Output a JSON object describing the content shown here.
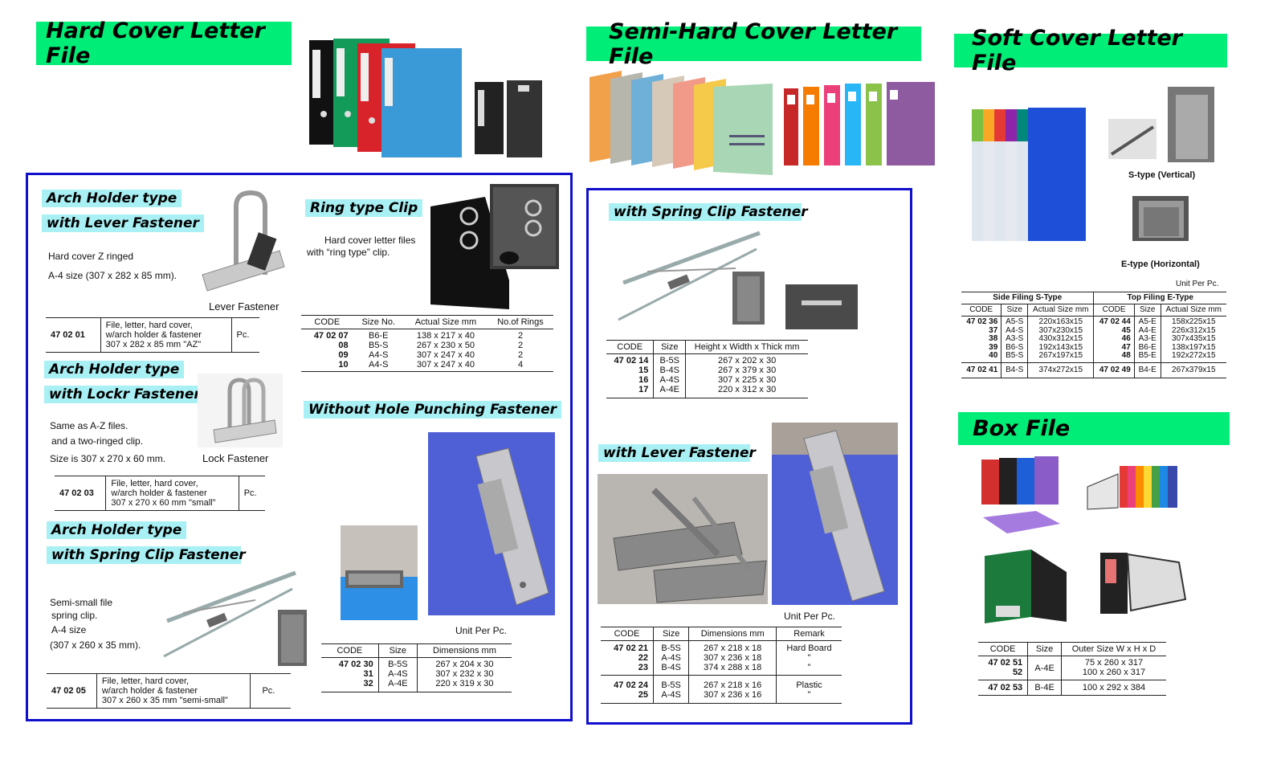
{
  "headers": {
    "hard": "Hard Cover Letter File",
    "semi": "Semi-Hard Cover Letter File",
    "soft": "Soft Cover Letter File",
    "box": "Box File"
  },
  "hard_panel": {
    "lever": {
      "title1": "Arch Holder type",
      "title2": "with Lever Fastener",
      "desc1": "Hard  cover  Z  ringed",
      "desc2": "A-4  size (307 x 282 x 85 mm).",
      "caption": "Lever Fastener",
      "code": "47 02 01",
      "item": [
        "File, letter, hard cover,",
        "w/arch holder & fastener",
        "307 x 282 x 85 mm \"AZ\""
      ],
      "unit": "Pc."
    },
    "lockr": {
      "title1": "Arch Holder type",
      "title2": "with Lockr Fastener",
      "desc1": "Same  as  A-Z  files.",
      "desc2": "and a two-ringed clip.",
      "desc3": "Size is 307 x 270 x 60 mm.",
      "caption": "Lock  Fastener",
      "code": "47 02 03",
      "item": [
        "File, letter, hard cover,",
        "w/arch holder & fastener",
        "307 x 270 x 60 mm \"small\""
      ],
      "unit": "Pc."
    },
    "spring": {
      "title1": "Arch Holder type",
      "title2": "with Spring Clip Fastener",
      "desc1": "Semi-small  file",
      "desc2": "spring  clip.",
      "desc3": "A-4 size",
      "desc4": "(307 x 260 x 35 mm).",
      "code": "47 02 05",
      "item": [
        "File, letter, hard cover,",
        "w/arch holder & fastener",
        "307 x 260 x 35 mm \"semi-small\""
      ],
      "unit": "Pc."
    },
    "ring": {
      "title": "Ring type Clip",
      "desc1": "Hard cover letter files",
      "desc2": "with “ring type” clip.",
      "headers": [
        "CODE",
        "Size No.",
        "Actual Size mm",
        "No.of Rings"
      ],
      "codes": [
        "47 02 07",
        "08",
        "09",
        "10"
      ],
      "sizes": [
        "B6-E",
        "B5-S",
        "A4-S",
        "A4-S"
      ],
      "actual": [
        "138 x 217 x 40",
        "267 x 230 x 50",
        "307 x 247 x 40",
        "307 x 247 x 40"
      ],
      "rings": [
        "2",
        "2",
        "2",
        "4"
      ]
    },
    "nohole": {
      "title": "Without Hole Punching Fastener",
      "unit_note": "Unit Per Pc.",
      "headers": [
        "CODE",
        "Size",
        "Dimensions mm"
      ],
      "codes": [
        "47 02 30",
        "31",
        "32"
      ],
      "sizes": [
        "B-5S",
        "A-4S",
        "A-4E"
      ],
      "dims": [
        "267  x  204  x  30",
        "307  x  232  x  30",
        "220  x  319  x  30"
      ]
    }
  },
  "semi_panel": {
    "spring": {
      "title": "with Spring Clip Fastener",
      "headers": [
        "CODE",
        "Size",
        "Height x Width x Thick mm"
      ],
      "codes": [
        "47 02 14",
        "15",
        "16",
        "17"
      ],
      "sizes": [
        "B-5S",
        "B-4S",
        "A-4S",
        "A-4E"
      ],
      "dims": [
        "267  x  202  x  30",
        "267  x  379  x  30",
        "307  x  225  x  30",
        "220  x  312  x  30"
      ]
    },
    "lever": {
      "title": "with Lever Fastener",
      "unit_note": "Unit Per Pc.",
      "headers": [
        "CODE",
        "Size",
        "Dimensions mm",
        "Remark"
      ],
      "group1": {
        "codes": [
          "47 02 21",
          "22",
          "23"
        ],
        "sizes": [
          "B-5S",
          "A-4S",
          "B-4S"
        ],
        "dims": [
          "267 x 218 x 18",
          "307 x 236 x 18",
          "374 x 288 x 18"
        ],
        "remarks": [
          "Hard Board",
          "\"",
          "\""
        ]
      },
      "group2": {
        "codes": [
          "47 02 24",
          "25"
        ],
        "sizes": [
          "B-5S",
          "A-4S"
        ],
        "dims": [
          "267 x 218 x 16",
          "307 x 236 x 16"
        ],
        "remarks": [
          "Plastic",
          "\""
        ]
      }
    }
  },
  "soft": {
    "s_caption": "S-type (Vertical)",
    "e_caption": "E-type (Horizontal)",
    "unit_note": "Unit Per Pc.",
    "group_headers": [
      "Side Filing S-Type",
      "Top Filing E-Type"
    ],
    "headers": [
      "CODE",
      "Size",
      "Actual Size mm",
      "CODE",
      "Size",
      "Actual Size mm"
    ],
    "s_codes": [
      "47 02 36",
      "37",
      "38",
      "39",
      "40"
    ],
    "s_sizes": [
      "A5-S",
      "A4-S",
      "A3-S",
      "B6-S",
      "B5-S"
    ],
    "s_actual": [
      "220x163x15",
      "307x230x15",
      "430x312x15",
      "192x143x15",
      "267x197x15"
    ],
    "e_codes": [
      "47 02 44",
      "45",
      "46",
      "47",
      "48"
    ],
    "e_sizes": [
      "A5-E",
      "A4-E",
      "A3-E",
      "B6-E",
      "B5-E"
    ],
    "e_actual": [
      "158x225x15",
      "226x312x15",
      "307x435x15",
      "138x197x15",
      "192x272x15"
    ],
    "last": [
      "47 02 41",
      "B4-S",
      "374x272x15",
      "47 02 49",
      "B4-E",
      "267x379x15"
    ]
  },
  "box": {
    "headers": [
      "CODE",
      "Size",
      "Outer Size W x H x D"
    ],
    "codes": [
      "47 02 51",
      "52"
    ],
    "size": "A-4E",
    "dims": [
      "75 x 260 x 317",
      "100 x 260 x 317"
    ],
    "last": [
      "47 02 53",
      "B-4E",
      "100 x 292 x 384"
    ]
  },
  "colors": {
    "banner": "#00ee77",
    "subhead": "#a8f0f4",
    "panel_border": "#1010cc"
  }
}
